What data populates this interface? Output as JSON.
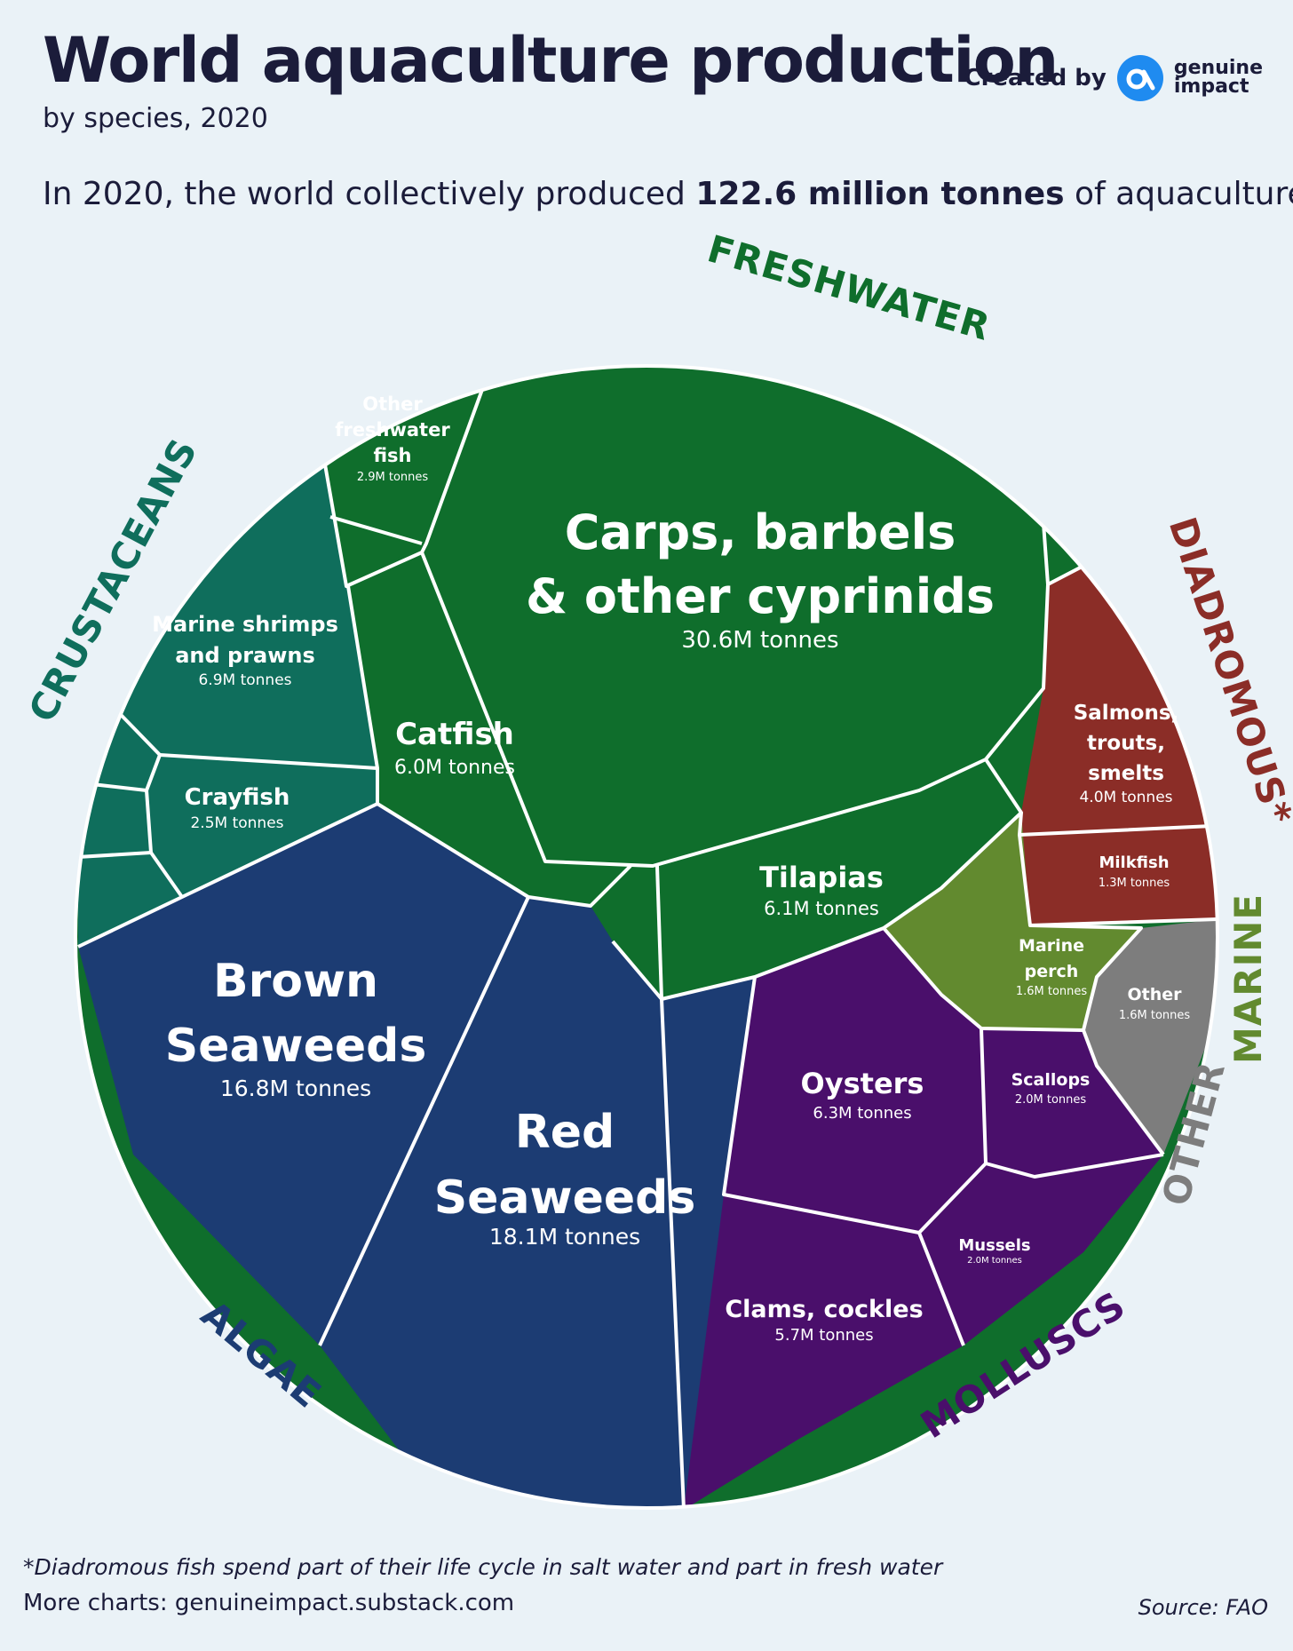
{
  "header": {
    "title": "World aquaculture production",
    "subtitle": "by species, 2020",
    "lede_pre": "In 2020, the world collectively produced ",
    "lede_bold": "122.6 million tonnes",
    "lede_post": " of aquaculture"
  },
  "brand": {
    "created_by": "Created by",
    "name_line1": "genuine",
    "name_line2": "impact",
    "logo_icon": "genuine-impact-logo-icon",
    "color": "#1f8bf0"
  },
  "footer": {
    "footnote": "*Diadromous fish spend part of their life cycle in salt water and part in fresh water",
    "more_charts": "More charts: genuineimpact.substack.com",
    "source": "Source: FAO"
  },
  "chart_data": {
    "type": "voronoi-treemap",
    "unit": "tonnes",
    "total_text": "122.6 million tonnes",
    "groups": [
      {
        "id": "freshwater",
        "name": "FRESHWATER",
        "color": "#0f6e2c"
      },
      {
        "id": "diadromous",
        "name": "DIADROMOUS*",
        "color": "#8b2d27"
      },
      {
        "id": "marine",
        "name": "MARINE",
        "color": "#628a2f"
      },
      {
        "id": "other",
        "name": "OTHER",
        "color": "#7d7d7d"
      },
      {
        "id": "molluscs",
        "name": "MOLLUSCS",
        "color": "#4a0f6b"
      },
      {
        "id": "algae",
        "name": "ALGAE",
        "color": "#1c3c73"
      },
      {
        "id": "crustaceans",
        "name": "CRUSTACEANS",
        "color": "#0f6e5c"
      }
    ],
    "cells": [
      {
        "group": "freshwater",
        "name": "Carps, barbels & other cyprinids",
        "value_text": "30.6M tonnes",
        "value": 30.6
      },
      {
        "group": "freshwater",
        "name": "Tilapias",
        "value_text": "6.1M tonnes",
        "value": 6.1
      },
      {
        "group": "freshwater",
        "name": "Catfish",
        "value_text": "6.0M tonnes",
        "value": 6.0
      },
      {
        "group": "freshwater",
        "name": "Other freshwater fish",
        "value_text": "2.9M tonnes",
        "value": 2.9
      },
      {
        "group": "diadromous",
        "name": "Salmons, trouts, smelts",
        "value_text": "4.0M tonnes",
        "value": 4.0
      },
      {
        "group": "diadromous",
        "name": "Milkfish",
        "value_text": "1.3M tonnes",
        "value": 1.3
      },
      {
        "group": "marine",
        "name": "Marine perch",
        "value_text": "1.6M tonnes",
        "value": 1.6
      },
      {
        "group": "other",
        "name": "Other",
        "value_text": "1.6M tonnes",
        "value": 1.6
      },
      {
        "group": "molluscs",
        "name": "Oysters",
        "value_text": "6.3M tonnes",
        "value": 6.3
      },
      {
        "group": "molluscs",
        "name": "Scallops",
        "value_text": "2.0M tonnes",
        "value": 2.0
      },
      {
        "group": "molluscs",
        "name": "Mussels",
        "value_text": "2.0M tonnes",
        "value": 2.0
      },
      {
        "group": "molluscs",
        "name": "Clams, cockles",
        "value_text": "5.7M tonnes",
        "value": 5.7
      },
      {
        "group": "algae",
        "name": "Brown Seaweeds",
        "value_text": "16.8M tonnes",
        "value": 16.8
      },
      {
        "group": "algae",
        "name": "Red Seaweeds",
        "value_text": "18.1M tonnes",
        "value": 18.1
      },
      {
        "group": "crustaceans",
        "name": "Marine shrimps and prawns",
        "value_text": "6.9M tonnes",
        "value": 6.9
      },
      {
        "group": "crustaceans",
        "name": "Crayfish",
        "value_text": "2.5M tonnes",
        "value": 2.5
      }
    ]
  }
}
